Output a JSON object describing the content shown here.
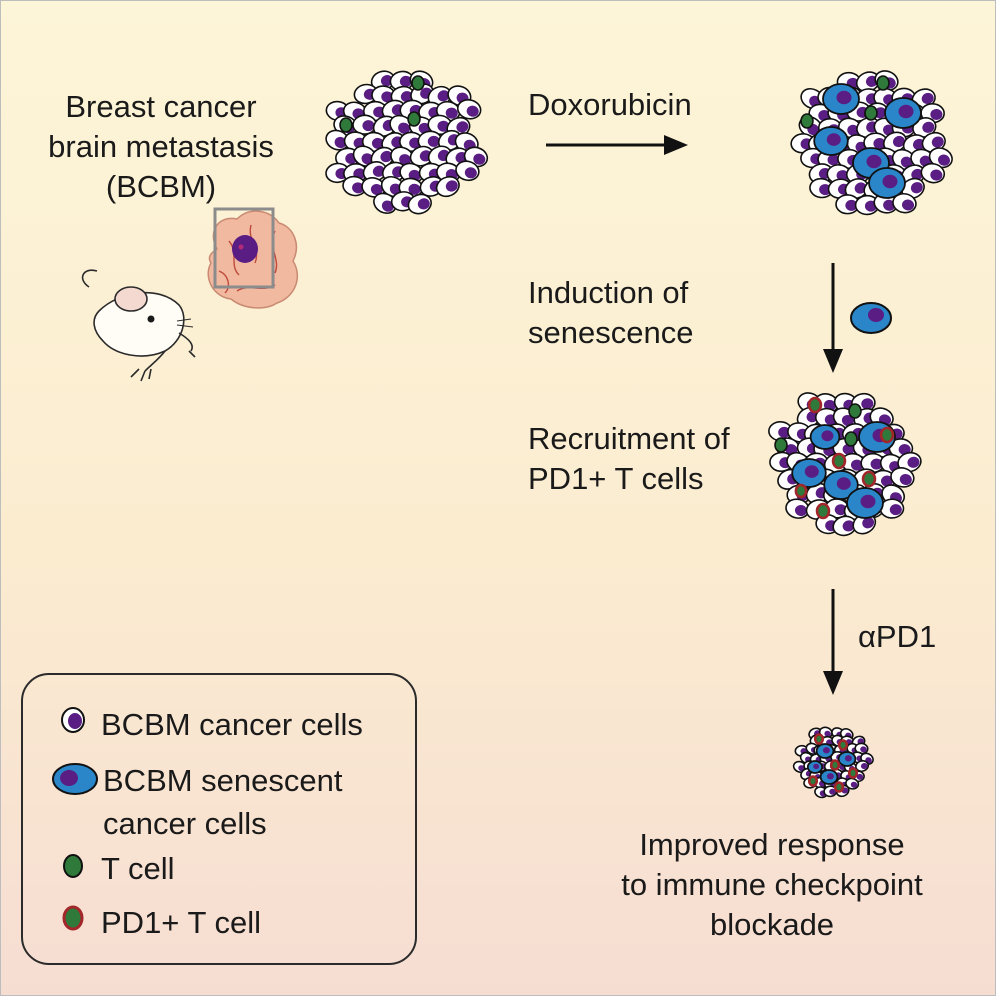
{
  "labels": {
    "bcbm_title": "Breast cancer\nbrain metastasis\n(BCBM)",
    "drug": "Doxorubicin",
    "step_senescence": "Induction of\nsenescence",
    "step_recruitment": "Recruitment of\nPD1+ T cells",
    "step_apd1": "αPD1",
    "outcome": "Improved response\nto immune checkpoint\nblockade"
  },
  "legend": {
    "items": [
      {
        "label": "BCBM cancer cells",
        "icon": "cancer-cell-icon"
      },
      {
        "label": "BCBM senescent\ncancer cells",
        "icon": "senescent-cell-icon"
      },
      {
        "label": "T cell",
        "icon": "t-cell-icon"
      },
      {
        "label": "PD1+ T cell",
        "icon": "pd1-t-cell-icon"
      }
    ]
  },
  "colors": {
    "background_top": "#fdf5d8",
    "background_bottom": "#f6ddd2",
    "cancer_nucleus": "#5a1d83",
    "senescent_cell": "#2a86c8",
    "t_cell": "#2f7a3a",
    "pd1_ring": "#a3262a",
    "brain": "#f0b9a0",
    "brain_vessel": "#c04a3c"
  }
}
